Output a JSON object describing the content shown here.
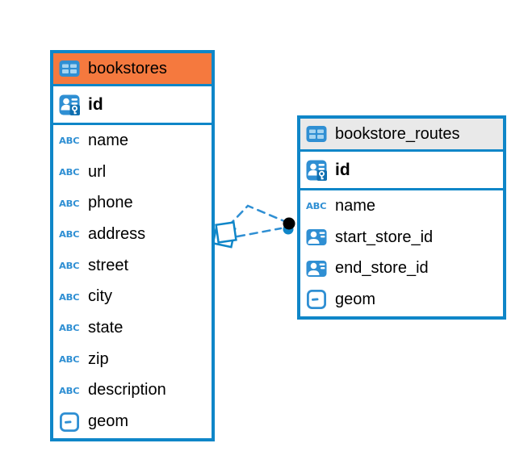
{
  "app": {
    "view": "entity-relationship-diagram",
    "background": "#FFFFFF"
  },
  "colors": {
    "table_border": "#0F86C8",
    "icon_blue": "#2F8FD3",
    "bookstores_header": "#F5793E",
    "bookstore_routes_header": "#E9E9E9",
    "relation_line": "#2F8FD3",
    "relation_dot": "#000000",
    "text": "#000000"
  },
  "icons": {
    "text_type_glyph": "ABC",
    "table_icon": "table-grid",
    "primary_key_icon": "person-with-key",
    "reference_icon": "person-card",
    "geometry_icon": "box-with-dash"
  },
  "diagram": {
    "tables": [
      {
        "name": "bookstores",
        "header_color": "#F5793E",
        "primary_key": {
          "name": "id"
        },
        "columns": [
          {
            "name": "name",
            "type_icon": "text-type-icon"
          },
          {
            "name": "url",
            "type_icon": "text-type-icon"
          },
          {
            "name": "phone",
            "type_icon": "text-type-icon"
          },
          {
            "name": "address",
            "type_icon": "text-type-icon"
          },
          {
            "name": "street",
            "type_icon": "text-type-icon"
          },
          {
            "name": "city",
            "type_icon": "text-type-icon"
          },
          {
            "name": "state",
            "type_icon": "text-type-icon"
          },
          {
            "name": "zip",
            "type_icon": "text-type-icon"
          },
          {
            "name": "description",
            "type_icon": "text-type-icon"
          },
          {
            "name": "geom",
            "type_icon": "geometry-type-icon"
          }
        ]
      },
      {
        "name": "bookstore_routes",
        "header_color": "#E9E9E9",
        "primary_key": {
          "name": "id"
        },
        "columns": [
          {
            "name": "name",
            "type_icon": "text-type-icon"
          },
          {
            "name": "start_store_id",
            "type_icon": "reference-type-icon"
          },
          {
            "name": "end_store_id",
            "type_icon": "reference-type-icon"
          },
          {
            "name": "geom",
            "type_icon": "geometry-type-icon"
          }
        ]
      }
    ],
    "relationships": [
      {
        "from": "bookstores",
        "to": "bookstore_routes",
        "style": "dashed"
      },
      {
        "from": "bookstores",
        "to": "bookstore_routes",
        "style": "dashed"
      }
    ]
  }
}
